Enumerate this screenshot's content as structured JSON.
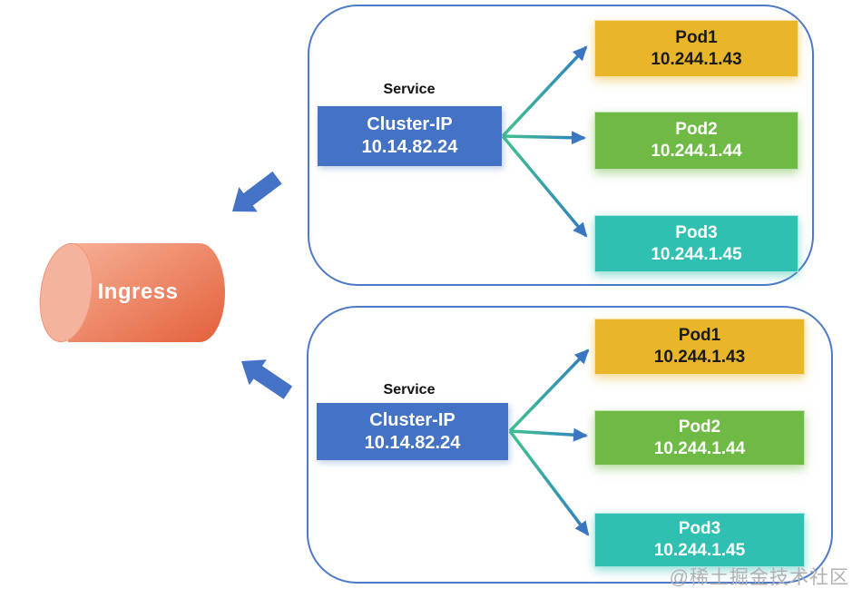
{
  "diagram_title": "Ingress to Service Cluster-IP to Pods load-balancing diagram",
  "ingress": {
    "label": "Ingress"
  },
  "watermark": "@稀土掘金技术社区",
  "clusters": [
    {
      "service_label": "Service",
      "cluster_ip": {
        "name": "Cluster-IP",
        "ip": "10.14.82.24"
      },
      "pods": [
        {
          "name": "Pod1",
          "ip": "10.244.1.43"
        },
        {
          "name": "Pod2",
          "ip": "10.244.1.44"
        },
        {
          "name": "Pod3",
          "ip": "10.244.1.45"
        }
      ]
    },
    {
      "service_label": "Service",
      "cluster_ip": {
        "name": "Cluster-IP",
        "ip": "10.14.82.24"
      },
      "pods": [
        {
          "name": "Pod1",
          "ip": "10.244.1.43"
        },
        {
          "name": "Pod2",
          "ip": "10.244.1.44"
        },
        {
          "name": "Pod3",
          "ip": "10.244.1.45"
        }
      ]
    }
  ],
  "colors": {
    "container_border": "#4d79c7",
    "cluster_ip_box": "#4472c4",
    "pod_yellow": "#e9b62a",
    "pod_green": "#6fba45",
    "pod_teal": "#2fc0b2",
    "block_arrow": "#4472c4",
    "fan_arrow_start": "#41c48d",
    "fan_arrow_end": "#2f7cc3",
    "arrowhead": "#3a76c2",
    "cylinder_light": "#f7b096",
    "cylinder_dark": "#e3603a",
    "cylinder_cap": "#f5b29c",
    "watermark_gray": "#b1b1b5"
  }
}
